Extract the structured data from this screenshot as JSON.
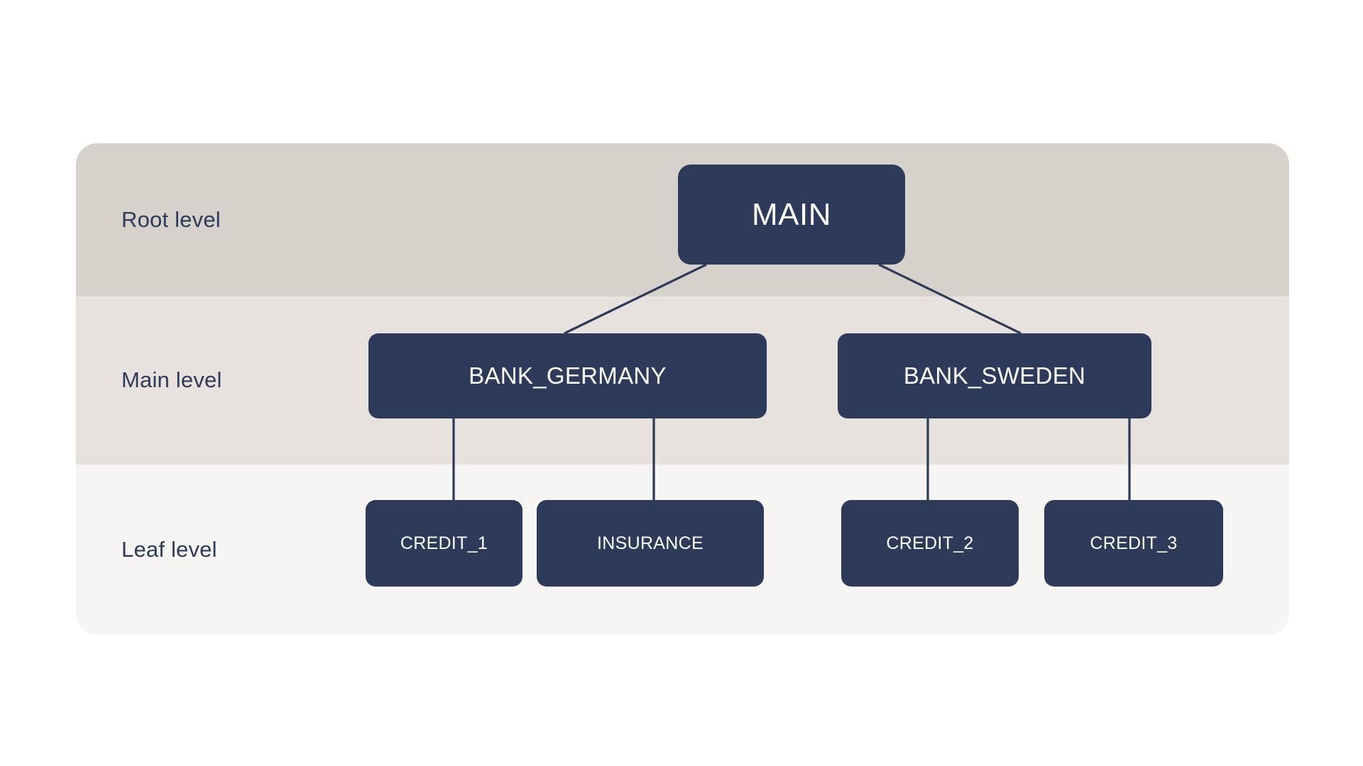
{
  "diagram": {
    "type": "hierarchy-tree",
    "node_color": "#2e3a59",
    "node_text_color": "#ffffff",
    "edge_color": "#2e3a59",
    "background": "#ffffff",
    "levels": [
      {
        "id": "root",
        "label": "Root level",
        "band_color": "#d6d1ca"
      },
      {
        "id": "main",
        "label": "Main level",
        "band_color": "#e7e2de"
      },
      {
        "id": "leaf",
        "label": "Leaf level",
        "band_color": "#f7f5f3"
      }
    ],
    "nodes": {
      "root": {
        "label": "MAIN"
      },
      "main": [
        {
          "label": "BANK_GERMANY"
        },
        {
          "label": "BANK_SWEDEN"
        }
      ],
      "leaf": [
        {
          "label": "CREDIT_1"
        },
        {
          "label": "INSURANCE"
        },
        {
          "label": "CREDIT_2"
        },
        {
          "label": "CREDIT_3"
        }
      ]
    },
    "edges": [
      {
        "from": "MAIN",
        "to": "BANK_GERMANY"
      },
      {
        "from": "MAIN",
        "to": "BANK_SWEDEN"
      },
      {
        "from": "BANK_GERMANY",
        "to": "CREDIT_1"
      },
      {
        "from": "BANK_GERMANY",
        "to": "INSURANCE"
      },
      {
        "from": "BANK_SWEDEN",
        "to": "CREDIT_2"
      },
      {
        "from": "BANK_SWEDEN",
        "to": "CREDIT_3"
      }
    ]
  }
}
